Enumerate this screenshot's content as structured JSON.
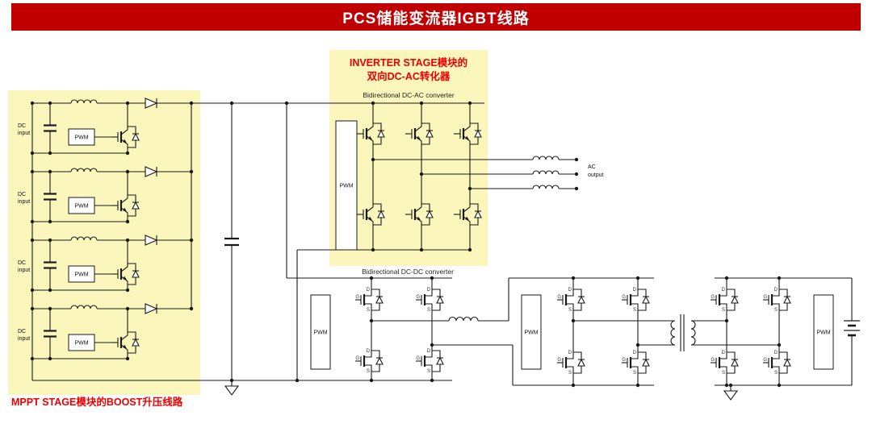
{
  "header": {
    "title": "PCS储能变流器IGBT线路",
    "bg_color": "#C00000",
    "text_color": "#FFFFFF"
  },
  "annotations": {
    "inverter_note_line1": "INVERTER STAGE模块的",
    "inverter_note_line2": "双向DC-AC转化器",
    "dc_ac_label": "Bidirectional DC-AC converter",
    "dc_dc_label": "Bidirectional DC-DC converter",
    "mppt_note": "MPPT STAGE模块的BOOST升压线路",
    "highlight_color": "#FAF6BC",
    "note_color": "#EE0000",
    "wire_color": "#1A1A1A"
  },
  "labels": {
    "pwm": "PWM",
    "dc_input_line1": "DC",
    "dc_input_line2": "input",
    "ac_output_line1": "AC",
    "ac_output_line2": "output",
    "gate": "G",
    "drain": "D",
    "source": "S"
  },
  "structure": {
    "mppt_boost_cells": 4,
    "mppt_pwm_blocks": 4,
    "inverter_igbts": 6,
    "inverter_pwm_blocks": 1,
    "ac_output_phases": 3,
    "dcdc_bridges": 3,
    "dcdc_mosfets_per_bridge": 4,
    "dcdc_pwm_blocks": 3,
    "transformers": 1,
    "batteries": 1
  }
}
